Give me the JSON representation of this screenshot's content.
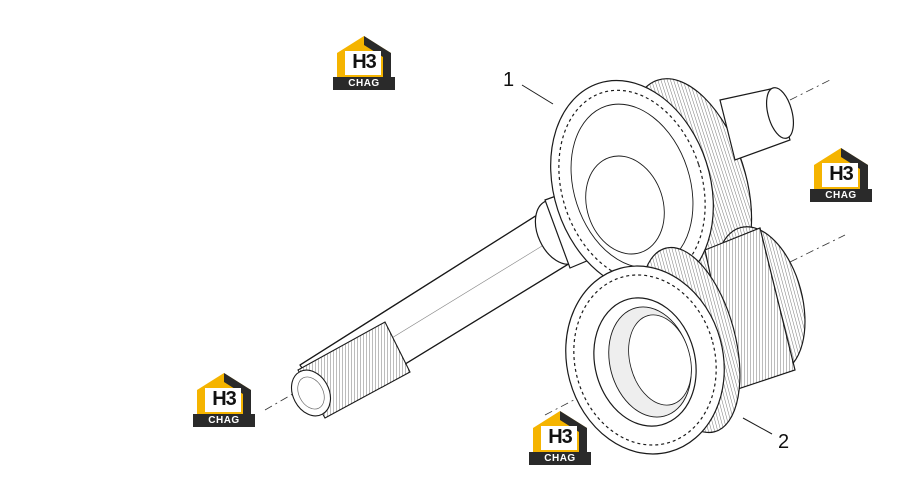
{
  "diagram": {
    "callouts": [
      {
        "id": "callout-1",
        "label": "1"
      },
      {
        "id": "callout-2",
        "label": "2"
      }
    ]
  },
  "watermark": {
    "top_text": "H3",
    "bottom_text": "CHAG",
    "colors": {
      "yellow": "#f5b400",
      "dark": "#2a2a2a",
      "white": "#ffffff"
    }
  },
  "colors": {
    "line": "#1a1a1a",
    "fill": "#ffffff",
    "shade": "#d9d9d9"
  }
}
